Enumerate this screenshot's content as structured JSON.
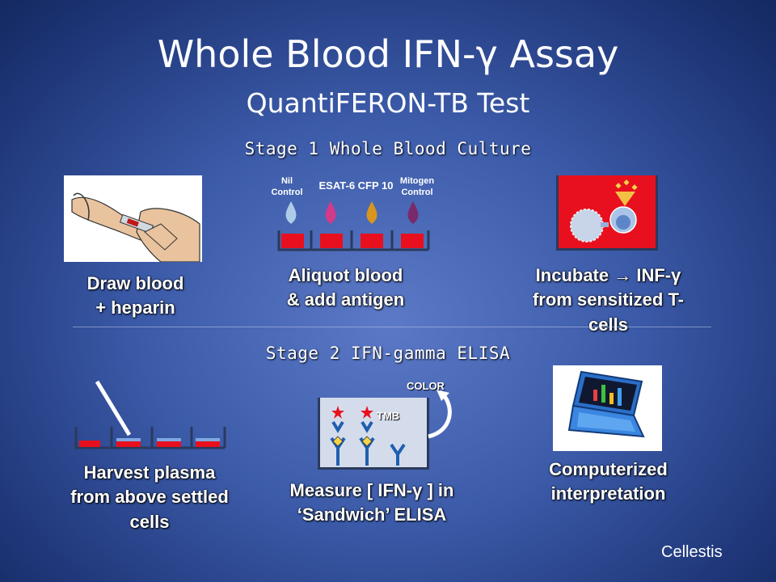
{
  "slide": {
    "title": "Whole Blood IFN-γ Assay",
    "subtitle": "QuantiFERON-TB Test",
    "stage1_heading": "Stage 1 Whole Blood Culture",
    "stage2_heading": "Stage 2 IFN-gamma ELISA",
    "attribution": "Cellestis"
  },
  "stage1": {
    "draw": {
      "caption_line1": "Draw blood",
      "caption_line2": "+ heparin"
    },
    "aliquot": {
      "caption_line1": "Aliquot blood",
      "caption_line2": "& add antigen",
      "labels": {
        "nil_1": "Nil",
        "nil_2": "Control",
        "esat": "ESAT-6 CFP 10",
        "mitogen_1": "Mitogen",
        "mitogen_2": "Control"
      },
      "drop_colors": [
        "#aecbe8",
        "#d43a8c",
        "#d8961e",
        "#7a2a6a"
      ]
    },
    "incubate": {
      "caption_line1": "Incubate → INF-γ",
      "caption_line2": "from sensitized T-",
      "caption_line3": "cells"
    }
  },
  "stage2": {
    "harvest": {
      "caption_line1": "Harvest plasma",
      "caption_line2": "from above settled",
      "caption_line3": "cells"
    },
    "elisa": {
      "caption_line1": "Measure [ IFN-γ ] in",
      "caption_line2": "‘Sandwich’  ELISA",
      "color_label": "COLOR",
      "tmb_label": "TMB"
    },
    "computer": {
      "caption_line1": "Computerized",
      "caption_line2": "interpretation"
    }
  },
  "colors": {
    "well_red": "#e8101e",
    "background_blue": "#3b5aa8"
  }
}
